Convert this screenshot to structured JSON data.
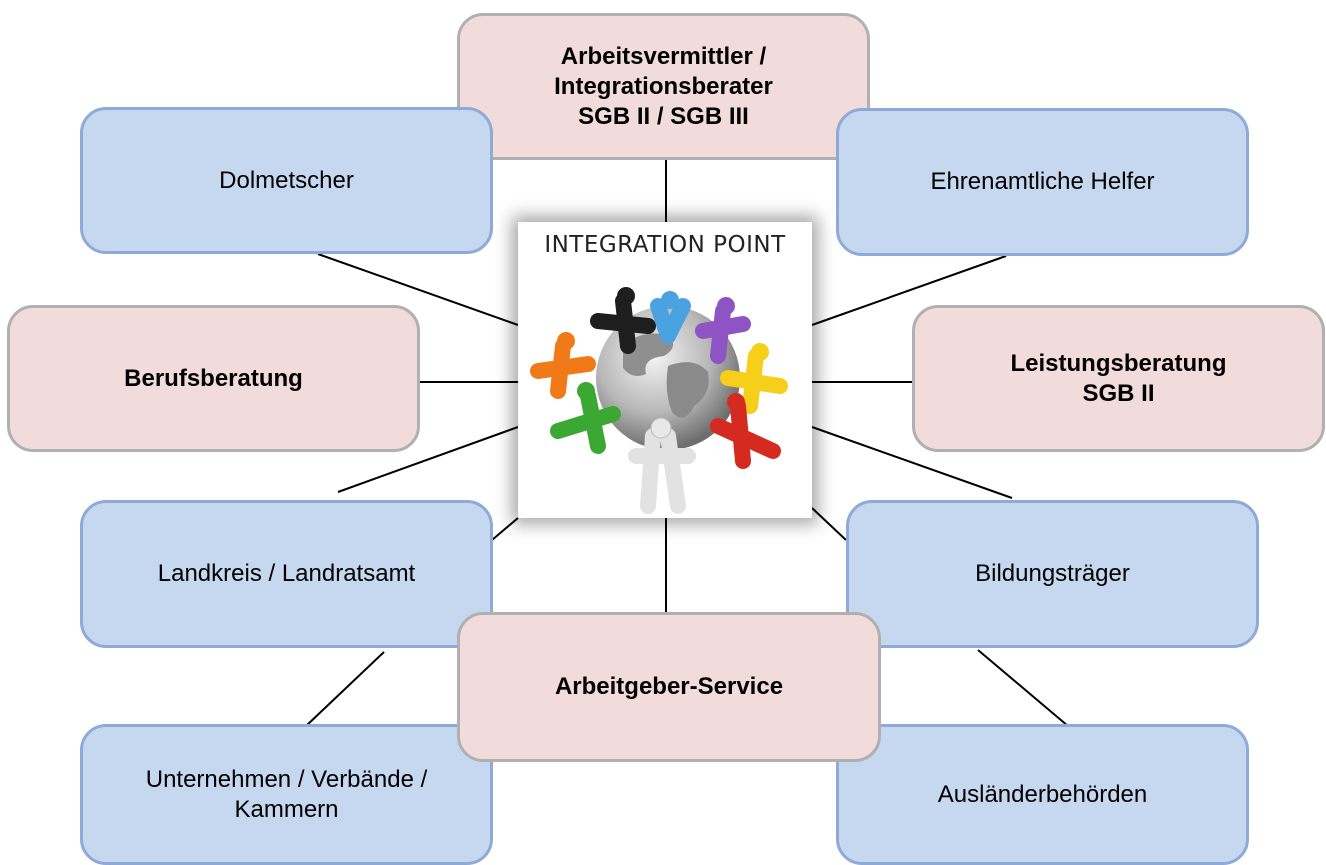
{
  "center": {
    "title": "INTEGRATION POINT"
  },
  "nodes": {
    "arbeitsvermittler": "Arbeitsvermittler /\nIntegrationsberater\nSGB II / SGB III",
    "dolmetscher": "Dolmetscher",
    "ehrenamtliche": "Ehrenamtliche Helfer",
    "berufsberatung": "Berufsberatung",
    "leistungsberatung": "Leistungsberatung\nSGB II",
    "landkreis": "Landkreis / Landratsamt",
    "bildungstraeger": "Bildungsträger",
    "arbeitgeber": "Arbeitgeber-Service",
    "unternehmen": "Unternehmen / Verbände /\nKammern",
    "auslaender": "Ausländerbehörden"
  },
  "colors": {
    "blue_fill": "#c6d8f0",
    "blue_border": "#8eaad6",
    "pink_fill": "#f2dcdb",
    "pink_border": "#b0b0b0",
    "line": "#000000"
  }
}
